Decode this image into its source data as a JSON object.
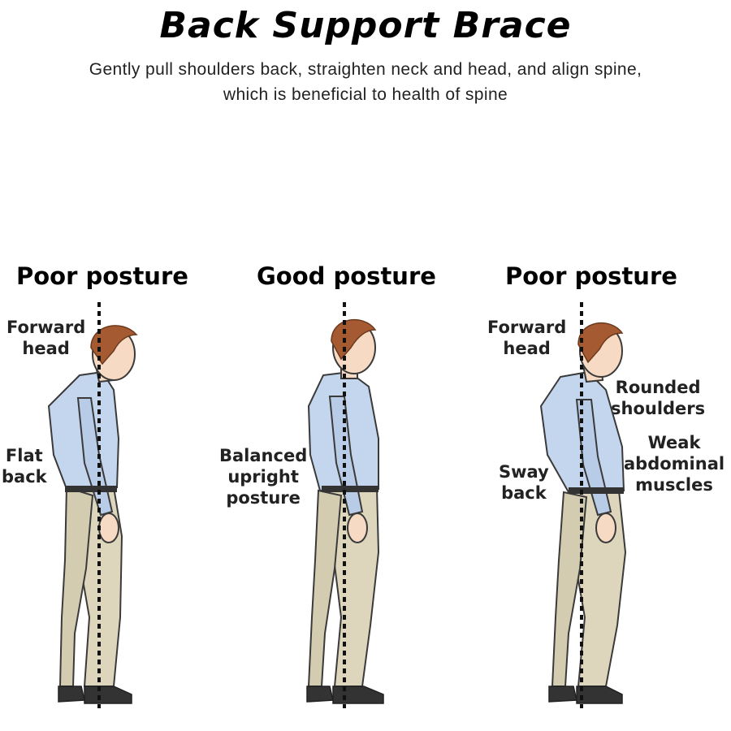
{
  "header": {
    "title": "Back Support Brace",
    "subtitle_line1": "Gently pull shoulders back, straighten neck and head, and align spine,",
    "subtitle_line2": "which is beneficial to health of spine"
  },
  "figures": [
    {
      "heading": "Poor posture",
      "labels": [
        {
          "lines": [
            "Forward",
            "head"
          ]
        },
        {
          "lines": [
            "Flat",
            "back"
          ]
        }
      ]
    },
    {
      "heading": "Good posture",
      "labels": [
        {
          "lines": [
            "Balanced",
            "upright",
            "posture"
          ]
        }
      ]
    },
    {
      "heading": "Poor posture",
      "labels": [
        {
          "lines": [
            "Forward",
            "head"
          ]
        },
        {
          "lines": [
            "Rounded",
            "shoulders"
          ]
        },
        {
          "lines": [
            "Weak",
            "abdominal",
            "muscles"
          ]
        },
        {
          "lines": [
            "Sway",
            "back"
          ]
        }
      ]
    }
  ],
  "colors": {
    "shirt": "#c4d6ee",
    "pants": "#ddd6bd",
    "hair": "#a65a32",
    "skin": "#f7dac3",
    "shoes": "#333333",
    "outline": "#3a3a3a"
  }
}
